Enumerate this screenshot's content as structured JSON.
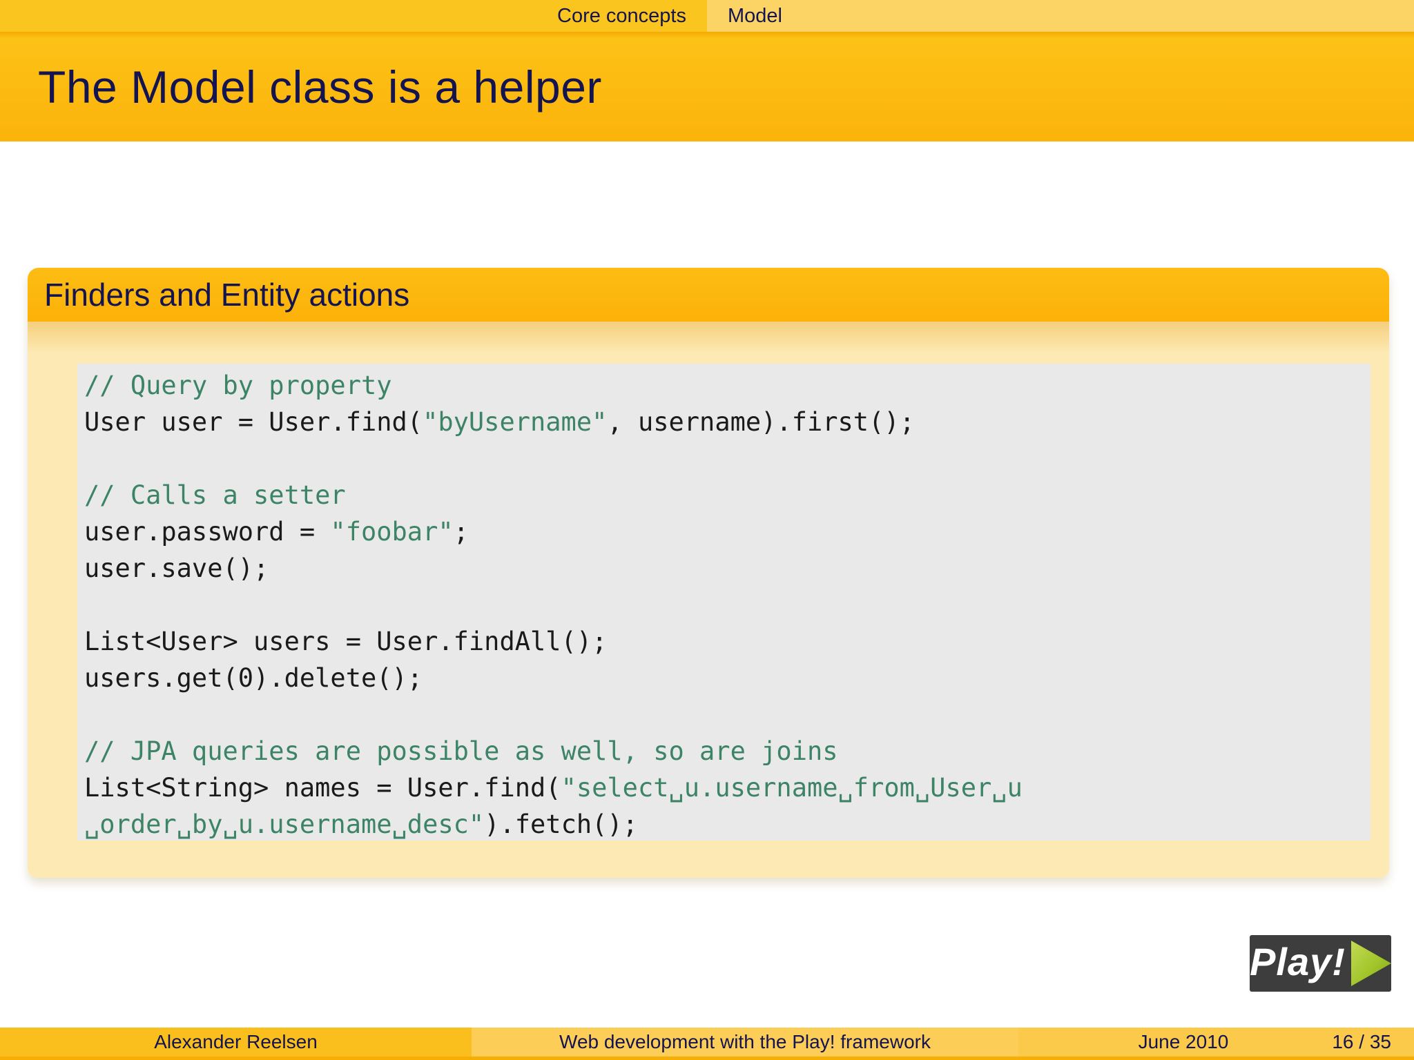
{
  "slide": {
    "header": {
      "section_left": "Core concepts",
      "section_right": "Model"
    },
    "frame_title": "The Model class is a helper",
    "block": {
      "title": "Finders and Entity actions",
      "code_lines": [
        [
          {
            "text": "// Query by property",
            "type": "comment"
          }
        ],
        [
          {
            "text": "User user = User.find(",
            "type": "plain"
          },
          {
            "text": "\"byUsername\"",
            "type": "string"
          },
          {
            "text": ", username).first();",
            "type": "plain"
          }
        ],
        [],
        [
          {
            "text": "// Calls a setter",
            "type": "comment"
          }
        ],
        [
          {
            "text": "user.password = ",
            "type": "plain"
          },
          {
            "text": "\"foobar\"",
            "type": "string"
          },
          {
            "text": ";",
            "type": "plain"
          }
        ],
        [
          {
            "text": "user.save();",
            "type": "plain"
          }
        ],
        [],
        [
          {
            "text": "List<User> users = User.findAll();",
            "type": "plain"
          }
        ],
        [
          {
            "text": "users.get(0).delete();",
            "type": "plain"
          }
        ],
        [],
        [
          {
            "text": "// JPA queries are possible as well, so are joins",
            "type": "comment"
          }
        ],
        [
          {
            "text": "List<String> names = User.find(",
            "type": "plain"
          },
          {
            "text": "\"select␣u.username␣from␣User␣u",
            "type": "string"
          }
        ],
        [
          {
            "text": "␣order␣by␣u.username␣desc\"",
            "type": "string"
          },
          {
            "text": ").fetch();",
            "type": "plain"
          }
        ]
      ]
    },
    "logo": {
      "label": "Play!"
    },
    "footer": {
      "author": "Alexander Reelsen",
      "presentation_title": "Web development with the Play! framework",
      "date": "June 2010",
      "slide_number": "16 / 35"
    },
    "colors": {
      "header_left_bg": "#fbc51f",
      "header_right_bg": "#fcd466",
      "frame_title_bg": "#fcb70e",
      "block_title_bg": "#fcb80d",
      "block_body_bg": "#fde9b3",
      "code_bg": "#e9e9e9",
      "text_navy": "#141450",
      "code_comment_green": "#3d8467",
      "code_string_green": "#3d8467",
      "code_plain": "#1a1a1a",
      "logo_bg": "#3d3d3d",
      "logo_triangle_green": "#a2c62b",
      "footer_left_bg": "#fabf1d",
      "footer_mid_bg": "#fcce58",
      "footer_right_bg": "#fbca4a",
      "bottom_strip": "#f6ad05"
    }
  }
}
